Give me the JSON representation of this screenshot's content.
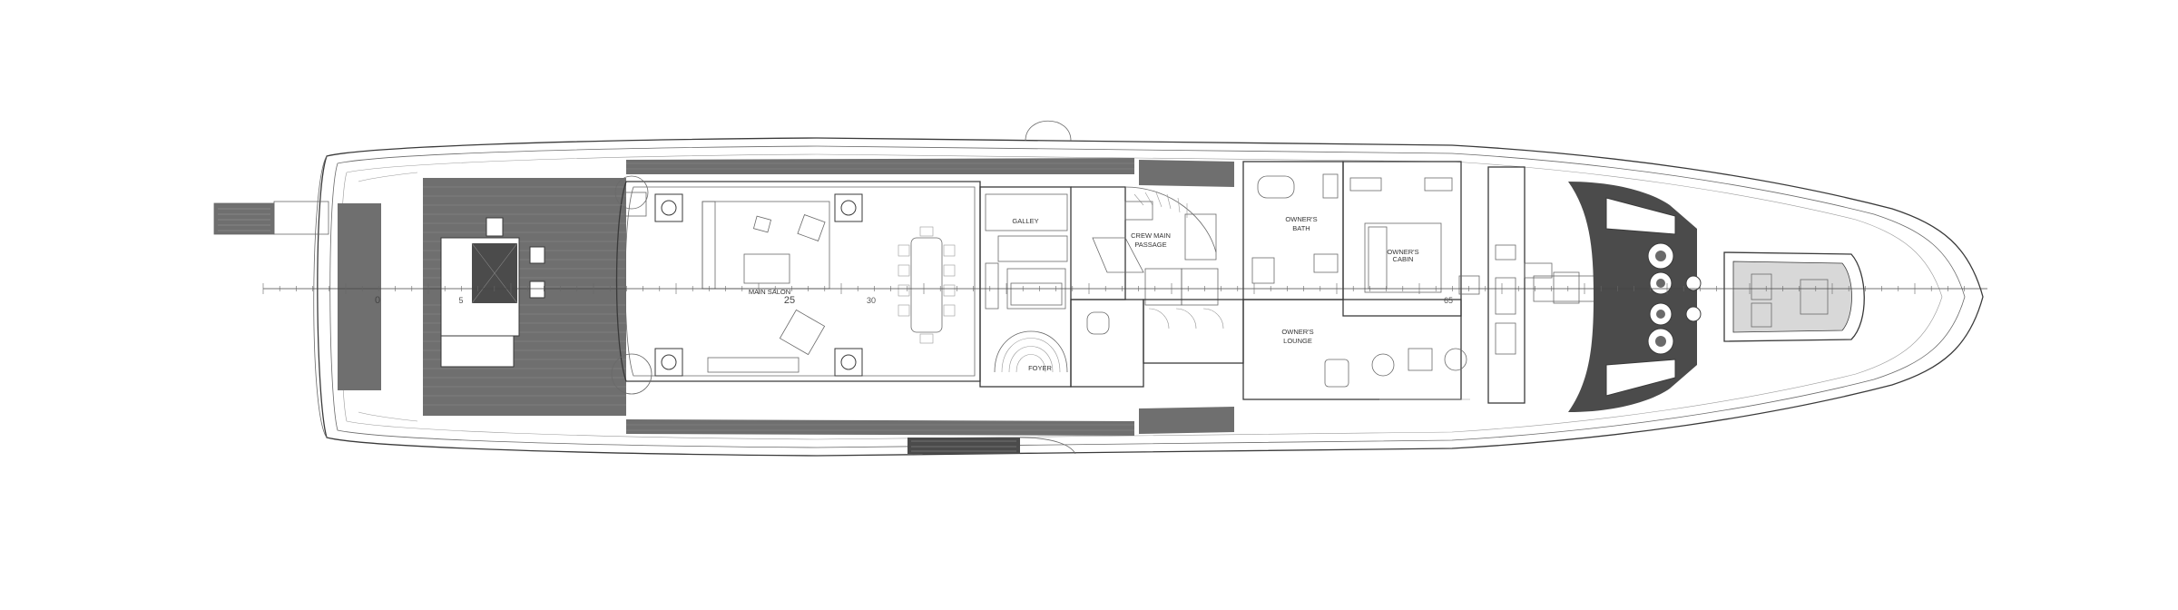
{
  "rooms": {
    "galley": "GALLEY",
    "crew_main_passage_1": "CREW MAIN",
    "crew_main_passage_2": "PASSAGE",
    "foyer": "FOYER",
    "owners_bath_1": "OWNER'S",
    "owners_bath_2": "BATH",
    "owners_lounge_1": "OWNER'S",
    "owners_lounge_2": "LOUNGE",
    "owners_cabin_1": "OWNER'S",
    "owners_cabin_2": "CABIN",
    "main_salon": "MAIN SALON"
  },
  "frame_labels": {
    "f0": "0",
    "f5": "5",
    "f25": "25",
    "f30": "30",
    "f65": "65"
  },
  "colors": {
    "line": "#3a3a3a",
    "deck": "#6f6f6f",
    "background": "#ffffff"
  }
}
